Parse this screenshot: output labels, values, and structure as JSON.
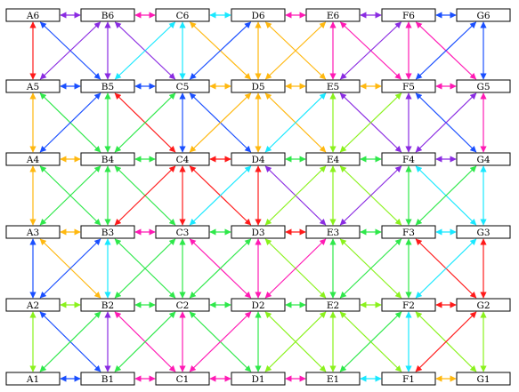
{
  "chart_data": {
    "type": "diagram",
    "layout": "grid",
    "columns": [
      "A",
      "B",
      "C",
      "D",
      "E",
      "F",
      "G"
    ],
    "rows": [
      6,
      5,
      4,
      3,
      2,
      1
    ],
    "nodes": [
      "A6",
      "B6",
      "C6",
      "D6",
      "E6",
      "F6",
      "G6",
      "A5",
      "B5",
      "C5",
      "D5",
      "E5",
      "F5",
      "G5",
      "A4",
      "B4",
      "C4",
      "D4",
      "E4",
      "F4",
      "G4",
      "A3",
      "B3",
      "C3",
      "D3",
      "E3",
      "F3",
      "G3",
      "A2",
      "B2",
      "C2",
      "D2",
      "E2",
      "F2",
      "G2",
      "A1",
      "B1",
      "C1",
      "D1",
      "E1",
      "F1",
      "G1"
    ],
    "colors": {
      "red": "#ff1a1a",
      "blue": "#1a4fff",
      "purple": "#8a2be2",
      "cyan": "#19e8ff",
      "orange": "#ffb80f",
      "green": "#2ee84a",
      "lime": "#8af21c",
      "magenta": "#ff1ab4"
    },
    "edges": [
      {
        "from": "A6",
        "to": "B6",
        "color": "purple"
      },
      {
        "from": "B6",
        "to": "C6",
        "color": "magenta"
      },
      {
        "from": "C6",
        "to": "D6",
        "color": "cyan"
      },
      {
        "from": "D6",
        "to": "E6",
        "color": "magenta"
      },
      {
        "from": "E6",
        "to": "F6",
        "color": "purple"
      },
      {
        "from": "F6",
        "to": "G6",
        "color": "blue"
      },
      {
        "from": "A5",
        "to": "B5",
        "color": "blue"
      },
      {
        "from": "B5",
        "to": "C5",
        "color": "blue"
      },
      {
        "from": "C5",
        "to": "D5",
        "color": "orange"
      },
      {
        "from": "D5",
        "to": "E5",
        "color": "orange"
      },
      {
        "from": "E5",
        "to": "F5",
        "color": "orange"
      },
      {
        "from": "F5",
        "to": "G5",
        "color": "magenta"
      },
      {
        "from": "A4",
        "to": "B4",
        "color": "orange"
      },
      {
        "from": "B4",
        "to": "C4",
        "color": "green"
      },
      {
        "from": "C4",
        "to": "D4",
        "color": "red"
      },
      {
        "from": "D4",
        "to": "E4",
        "color": "green"
      },
      {
        "from": "E4",
        "to": "F4",
        "color": "green"
      },
      {
        "from": "F4",
        "to": "G4",
        "color": "purple"
      },
      {
        "from": "A3",
        "to": "B3",
        "color": "orange"
      },
      {
        "from": "B3",
        "to": "C3",
        "color": "magenta"
      },
      {
        "from": "C3",
        "to": "D3",
        "color": "green"
      },
      {
        "from": "D3",
        "to": "E3",
        "color": "red"
      },
      {
        "from": "E3",
        "to": "F3",
        "color": "green"
      },
      {
        "from": "F3",
        "to": "G3",
        "color": "cyan"
      },
      {
        "from": "A2",
        "to": "B2",
        "color": "lime"
      },
      {
        "from": "B2",
        "to": "C2",
        "color": "green"
      },
      {
        "from": "C2",
        "to": "D2",
        "color": "green"
      },
      {
        "from": "D2",
        "to": "E2",
        "color": "green"
      },
      {
        "from": "E2",
        "to": "F2",
        "color": "lime"
      },
      {
        "from": "F2",
        "to": "G2",
        "color": "red"
      },
      {
        "from": "A1",
        "to": "B1",
        "color": "blue"
      },
      {
        "from": "B1",
        "to": "C1",
        "color": "magenta"
      },
      {
        "from": "C1",
        "to": "D1",
        "color": "magenta"
      },
      {
        "from": "D1",
        "to": "E1",
        "color": "magenta"
      },
      {
        "from": "E1",
        "to": "F1",
        "color": "cyan"
      },
      {
        "from": "F1",
        "to": "G1",
        "color": "orange"
      },
      {
        "from": "A6",
        "to": "A5",
        "color": "red"
      },
      {
        "from": "A5",
        "to": "A4",
        "color": "orange"
      },
      {
        "from": "A4",
        "to": "A3",
        "color": "orange"
      },
      {
        "from": "A3",
        "to": "A2",
        "color": "blue"
      },
      {
        "from": "A2",
        "to": "A1",
        "color": "lime"
      },
      {
        "from": "B6",
        "to": "B5",
        "color": "purple"
      },
      {
        "from": "B5",
        "to": "B4",
        "color": "green"
      },
      {
        "from": "B4",
        "to": "B3",
        "color": "green"
      },
      {
        "from": "B3",
        "to": "B2",
        "color": "cyan"
      },
      {
        "from": "B2",
        "to": "B1",
        "color": "purple"
      },
      {
        "from": "C6",
        "to": "C5",
        "color": "cyan"
      },
      {
        "from": "C5",
        "to": "C4",
        "color": "blue"
      },
      {
        "from": "C4",
        "to": "C3",
        "color": "red"
      },
      {
        "from": "C3",
        "to": "C2",
        "color": "green"
      },
      {
        "from": "C2",
        "to": "C1",
        "color": "magenta"
      },
      {
        "from": "D6",
        "to": "D5",
        "color": "orange"
      },
      {
        "from": "D5",
        "to": "D4",
        "color": "orange"
      },
      {
        "from": "D4",
        "to": "D3",
        "color": "red"
      },
      {
        "from": "D3",
        "to": "D2",
        "color": "magenta"
      },
      {
        "from": "D2",
        "to": "D1",
        "color": "green"
      },
      {
        "from": "E6",
        "to": "E5",
        "color": "magenta"
      },
      {
        "from": "E5",
        "to": "E4",
        "color": "lime"
      },
      {
        "from": "E4",
        "to": "E3",
        "color": "lime"
      },
      {
        "from": "E3",
        "to": "E2",
        "color": "green"
      },
      {
        "from": "E2",
        "to": "E1",
        "color": "lime"
      },
      {
        "from": "F6",
        "to": "F5",
        "color": "magenta"
      },
      {
        "from": "F5",
        "to": "F4",
        "color": "purple"
      },
      {
        "from": "F4",
        "to": "F3",
        "color": "green"
      },
      {
        "from": "F3",
        "to": "F2",
        "color": "green"
      },
      {
        "from": "F2",
        "to": "F1",
        "color": "cyan"
      },
      {
        "from": "G6",
        "to": "G5",
        "color": "blue"
      },
      {
        "from": "G5",
        "to": "G4",
        "color": "magenta"
      },
      {
        "from": "G4",
        "to": "G3",
        "color": "cyan"
      },
      {
        "from": "G3",
        "to": "G2",
        "color": "red"
      },
      {
        "from": "G2",
        "to": "G1",
        "color": "lime"
      },
      {
        "from": "A6",
        "to": "B5",
        "color": "blue"
      },
      {
        "from": "B6",
        "to": "A5",
        "color": "purple"
      },
      {
        "from": "B6",
        "to": "C5",
        "color": "purple"
      },
      {
        "from": "C6",
        "to": "B5",
        "color": "cyan"
      },
      {
        "from": "C6",
        "to": "D5",
        "color": "orange"
      },
      {
        "from": "D6",
        "to": "C5",
        "color": "blue"
      },
      {
        "from": "D6",
        "to": "E5",
        "color": "orange"
      },
      {
        "from": "E6",
        "to": "D5",
        "color": "orange"
      },
      {
        "from": "E6",
        "to": "F5",
        "color": "magenta"
      },
      {
        "from": "F6",
        "to": "E5",
        "color": "purple"
      },
      {
        "from": "F6",
        "to": "G5",
        "color": "magenta"
      },
      {
        "from": "G6",
        "to": "F5",
        "color": "blue"
      },
      {
        "from": "A5",
        "to": "B4",
        "color": "green"
      },
      {
        "from": "B5",
        "to": "A4",
        "color": "blue"
      },
      {
        "from": "B5",
        "to": "C4",
        "color": "red"
      },
      {
        "from": "C5",
        "to": "B4",
        "color": "green"
      },
      {
        "from": "C5",
        "to": "D4",
        "color": "blue"
      },
      {
        "from": "D5",
        "to": "C4",
        "color": "orange"
      },
      {
        "from": "D5",
        "to": "E4",
        "color": "orange"
      },
      {
        "from": "E5",
        "to": "D4",
        "color": "cyan"
      },
      {
        "from": "E5",
        "to": "F4",
        "color": "purple"
      },
      {
        "from": "F5",
        "to": "E4",
        "color": "lime"
      },
      {
        "from": "F5",
        "to": "G4",
        "color": "blue"
      },
      {
        "from": "G5",
        "to": "F4",
        "color": "purple"
      },
      {
        "from": "A4",
        "to": "B3",
        "color": "green"
      },
      {
        "from": "B4",
        "to": "A3",
        "color": "green"
      },
      {
        "from": "B4",
        "to": "C3",
        "color": "green"
      },
      {
        "from": "C4",
        "to": "B3",
        "color": "red"
      },
      {
        "from": "C4",
        "to": "D3",
        "color": "red"
      },
      {
        "from": "D4",
        "to": "C3",
        "color": "cyan"
      },
      {
        "from": "D4",
        "to": "E3",
        "color": "purple"
      },
      {
        "from": "E4",
        "to": "D3",
        "color": "lime"
      },
      {
        "from": "E4",
        "to": "F3",
        "color": "lime"
      },
      {
        "from": "F4",
        "to": "E3",
        "color": "purple"
      },
      {
        "from": "F4",
        "to": "G3",
        "color": "cyan"
      },
      {
        "from": "G4",
        "to": "F3",
        "color": "green"
      },
      {
        "from": "A3",
        "to": "B2",
        "color": "orange"
      },
      {
        "from": "B3",
        "to": "A2",
        "color": "blue"
      },
      {
        "from": "B3",
        "to": "C2",
        "color": "green"
      },
      {
        "from": "C3",
        "to": "B2",
        "color": "green"
      },
      {
        "from": "C3",
        "to": "D2",
        "color": "magenta"
      },
      {
        "from": "D3",
        "to": "C2",
        "color": "green"
      },
      {
        "from": "D3",
        "to": "E2",
        "color": "lime"
      },
      {
        "from": "E3",
        "to": "D2",
        "color": "magenta"
      },
      {
        "from": "E3",
        "to": "F2",
        "color": "lime"
      },
      {
        "from": "F3",
        "to": "E2",
        "color": "green"
      },
      {
        "from": "F3",
        "to": "G2",
        "color": "red"
      },
      {
        "from": "G3",
        "to": "F2",
        "color": "cyan"
      },
      {
        "from": "A2",
        "to": "B1",
        "color": "blue"
      },
      {
        "from": "B2",
        "to": "A1",
        "color": "green"
      },
      {
        "from": "B2",
        "to": "C1",
        "color": "magenta"
      },
      {
        "from": "C2",
        "to": "B1",
        "color": "green"
      },
      {
        "from": "C2",
        "to": "D1",
        "color": "green"
      },
      {
        "from": "D2",
        "to": "C1",
        "color": "magenta"
      },
      {
        "from": "D2",
        "to": "E1",
        "color": "lime"
      },
      {
        "from": "E2",
        "to": "D1",
        "color": "lime"
      },
      {
        "from": "E2",
        "to": "F1",
        "color": "lime"
      },
      {
        "from": "F2",
        "to": "E1",
        "color": "green"
      },
      {
        "from": "F2",
        "to": "G1",
        "color": "lime"
      },
      {
        "from": "G2",
        "to": "F1",
        "color": "red"
      }
    ]
  }
}
